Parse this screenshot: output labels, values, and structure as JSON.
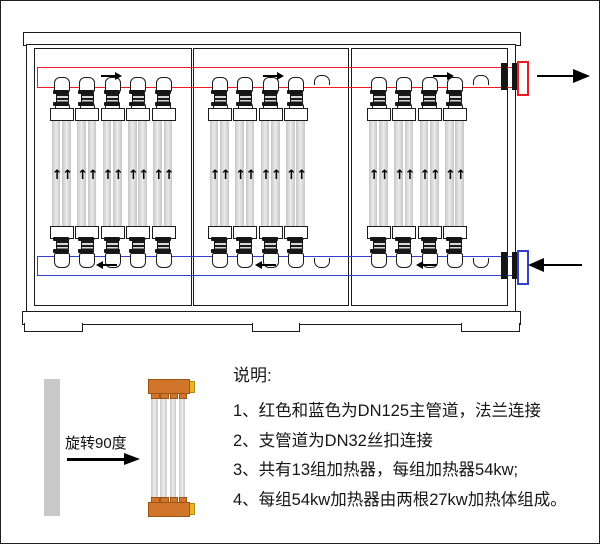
{
  "colors": {
    "supply_pipe_red": "#ed1c24",
    "return_pipe_blue": "#3340cc",
    "outline_black": "#1b1b1b",
    "tube_gray": "#d2d2d2",
    "mini_header_orange": "#d0752a",
    "mini_terminal_gold": "#e9b32a"
  },
  "cabinet": {
    "sections": [
      {
        "label": "section-1",
        "heater_count": 5,
        "capped_stub": false
      },
      {
        "label": "section-2",
        "heater_count": 4,
        "capped_stub": true
      },
      {
        "label": "section-3",
        "heater_count": 4,
        "capped_stub": true
      }
    ],
    "total_heater_groups": 13,
    "tubes_per_heater": 2,
    "supply_flow_direction": "right",
    "return_flow_direction": "left"
  },
  "legend": {
    "rotate_label": "旋转90度",
    "mini_heater_tubes": 4
  },
  "notes": {
    "title": "说明:",
    "items": [
      "1、红色和蓝色为DN125主管道，法兰连接",
      "2、支管道为DN32丝扣连接",
      "3、共有13组加热器，每组加热器54kw;",
      "4、每组54kw加热器由两根27kw加热体组成。"
    ]
  }
}
